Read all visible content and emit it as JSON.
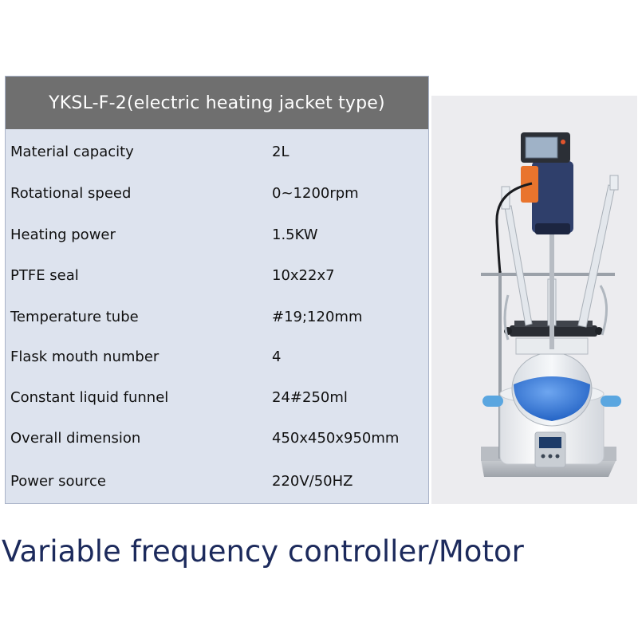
{
  "spec_table": {
    "title": "YKSL-F-2(electric heating jacket type)",
    "rows": [
      {
        "label": "Material capacity",
        "value": "2L"
      },
      {
        "label": "Rotational speed",
        "value": "0~1200rpm"
      },
      {
        "label": "Heating power",
        "value": "1.5KW"
      },
      {
        "label": "PTFE seal",
        "value": "10x22x7"
      },
      {
        "label": "Temperature tube",
        "value": "#19;120mm"
      },
      {
        "label": "Flask mouth number",
        "value": "4"
      },
      {
        "label": "Constant liquid funnel",
        "value": "24#250ml"
      },
      {
        "label": "Overall dimension",
        "value": "450x450x950mm"
      },
      {
        "label": "Power source",
        "value": "220V/50HZ"
      }
    ]
  },
  "caption": "Variable frequency controller/Motor",
  "colors": {
    "header_bg": "#6f6f6f",
    "table_bg": "#dde3ee",
    "caption": "#1c2a5c",
    "liquid": "#2f73d6"
  }
}
